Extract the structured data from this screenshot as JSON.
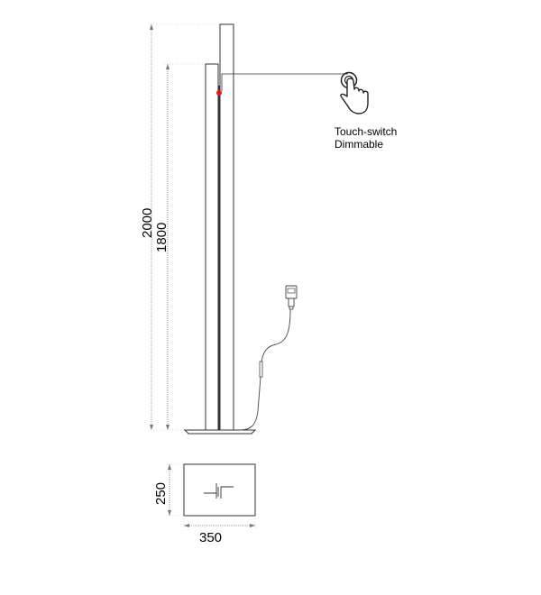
{
  "dimensions": {
    "height_total": "2000",
    "height_short": "1800",
    "base_depth": "250",
    "base_width": "350"
  },
  "callout": {
    "line1": "Touch-switch",
    "line2": "Dimmable"
  },
  "colors": {
    "line": "#333333",
    "dimension_line": "#9a9a9a",
    "switch_dot": "#e0191b"
  }
}
